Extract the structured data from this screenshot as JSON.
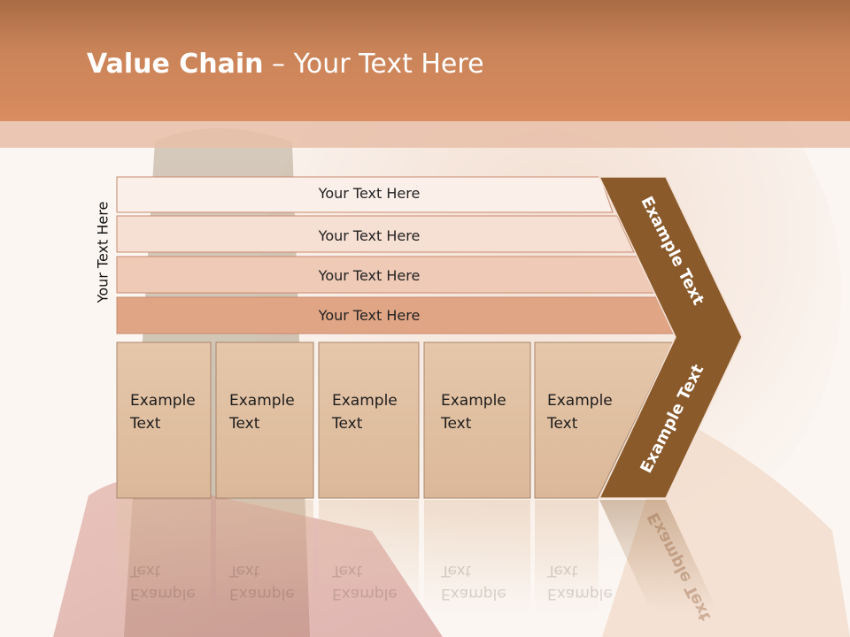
{
  "title": {
    "bold": "Value Chain",
    "rest": " – Your Text Here"
  },
  "side_label": "Your Text Here",
  "rows": [
    {
      "label": "Your Text Here"
    },
    {
      "label": "Your Text Here"
    },
    {
      "label": "Your Text Here"
    },
    {
      "label": "Your Text Here"
    }
  ],
  "columns": [
    {
      "line1": "Example",
      "line2": "Text"
    },
    {
      "line1": "Example",
      "line2": "Text"
    },
    {
      "line1": "Example",
      "line2": "Text"
    },
    {
      "line1": "Example",
      "line2": "Text"
    },
    {
      "line1": "Example",
      "line2": "Text"
    }
  ],
  "chevron": {
    "top": "Example Text",
    "bottom": "Example Text"
  },
  "colors": {
    "header": "#c98358",
    "chevron": "#8b5a2b",
    "row1": "#fbefe9",
    "row2": "#f5dcd0",
    "row3": "#efcab7",
    "row4": "#e0a585",
    "column": "#e2c3a6"
  }
}
